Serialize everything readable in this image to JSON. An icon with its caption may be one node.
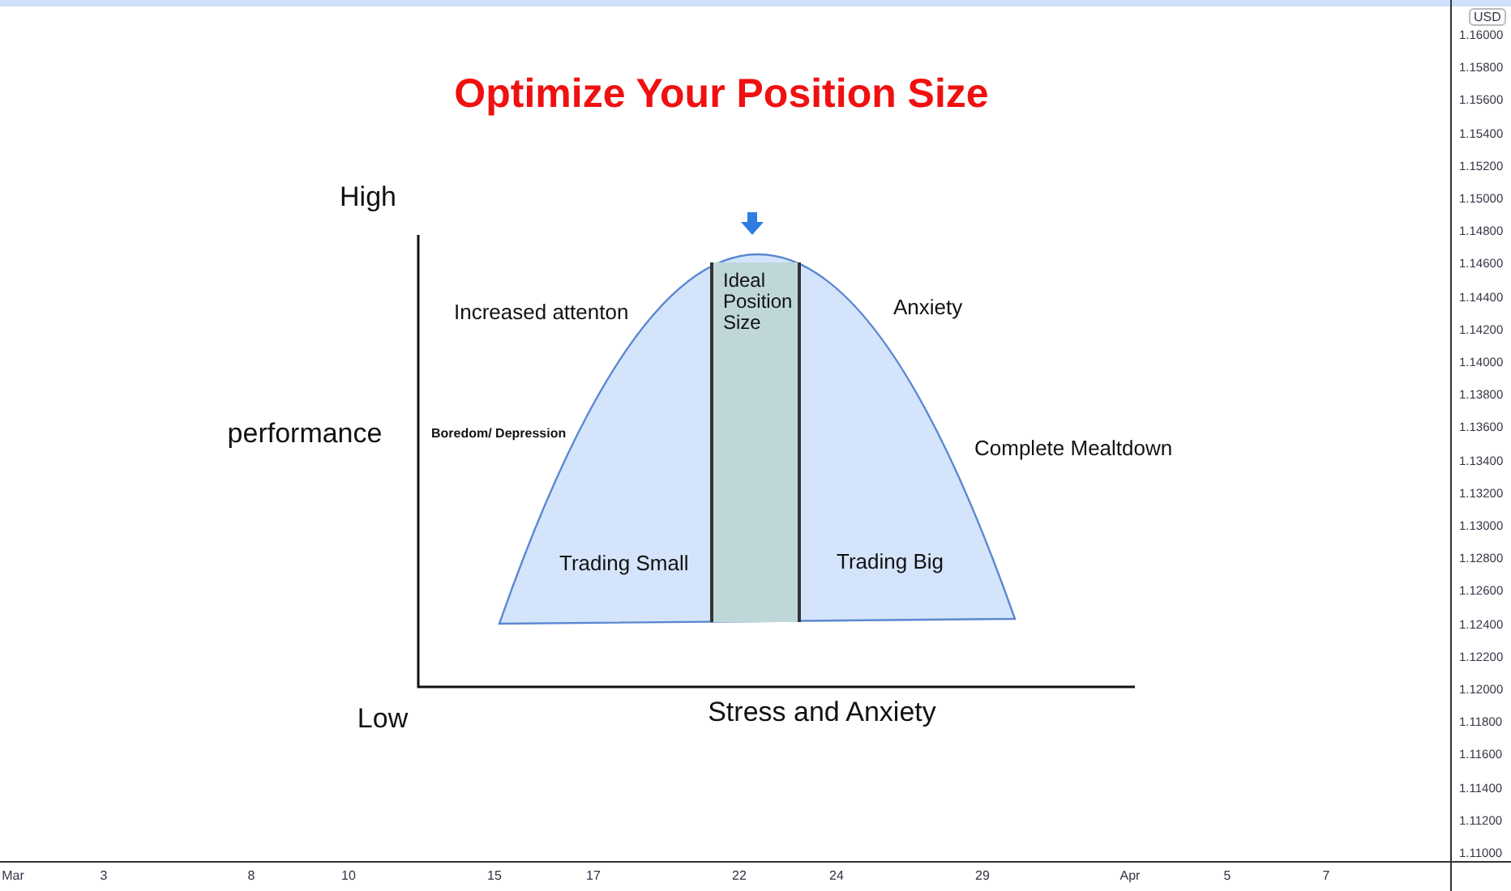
{
  "diagram": {
    "title": "Optimize Your Position Size",
    "nodes": [
      {
        "text": [
          "Ideal Position Size"
        ]
      }
    ],
    "labels": [
      "High",
      "Increased attenton",
      "Anxiety",
      "performance",
      "Boredom/ Depression",
      "Complete Mealtdown",
      "Trading Small",
      "Trading Big",
      "Low",
      "Stress and Anxiety",
      "USD",
      "1.16000",
      "1.15800",
      "1.15600",
      "1.15400",
      "1.15200",
      "1.15000",
      "1.14800",
      "1.14600",
      "1.14400",
      "1.14200",
      "1.14000",
      "1.13800",
      "1.13600",
      "1.13400",
      "1.13200",
      "1.13000",
      "1.12800",
      "1.12600",
      "1.12400",
      "1.12200",
      "1.12000",
      "1.11800",
      "1.11600",
      "1.11400",
      "1.11200",
      "1.11000",
      "Mar",
      "3",
      "8",
      "10",
      "15",
      "17",
      "22",
      "24",
      "29",
      "Apr",
      "5",
      "7"
    ]
  }
}
